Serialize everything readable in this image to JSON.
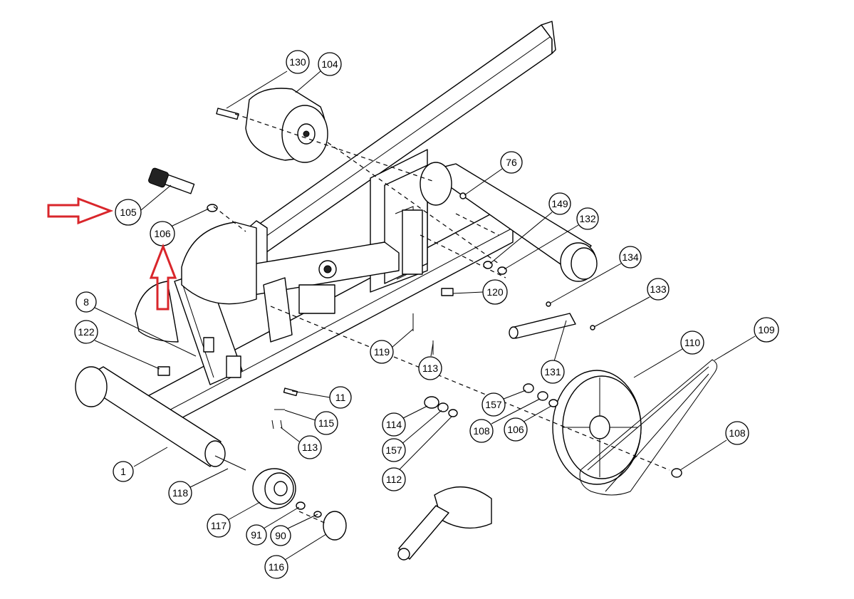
{
  "colors": {
    "line": "#000000",
    "background": "#ffffff",
    "highlight_arrow": "#d9262b"
  },
  "callouts": [
    {
      "label": "130"
    },
    {
      "label": "104"
    },
    {
      "label": "105"
    },
    {
      "label": "106"
    },
    {
      "label": "76"
    },
    {
      "label": "149"
    },
    {
      "label": "132"
    },
    {
      "label": "134"
    },
    {
      "label": "133"
    },
    {
      "label": "120"
    },
    {
      "label": "8"
    },
    {
      "label": "122"
    },
    {
      "label": "119"
    },
    {
      "label": "113"
    },
    {
      "label": "131"
    },
    {
      "label": "110"
    },
    {
      "label": "109"
    },
    {
      "label": "11"
    },
    {
      "label": "115"
    },
    {
      "label": "113"
    },
    {
      "label": "114"
    },
    {
      "label": "157"
    },
    {
      "label": "112"
    },
    {
      "label": "157"
    },
    {
      "label": "108"
    },
    {
      "label": "106"
    },
    {
      "label": "108"
    },
    {
      "label": "1"
    },
    {
      "label": "118"
    },
    {
      "label": "117"
    },
    {
      "label": "91"
    },
    {
      "label": "90"
    },
    {
      "label": "116"
    }
  ],
  "highlight_arrows": [
    {
      "icon": "right-arrow-icon",
      "points_to": "105"
    },
    {
      "icon": "up-arrow-icon",
      "points_to": "106"
    }
  ]
}
